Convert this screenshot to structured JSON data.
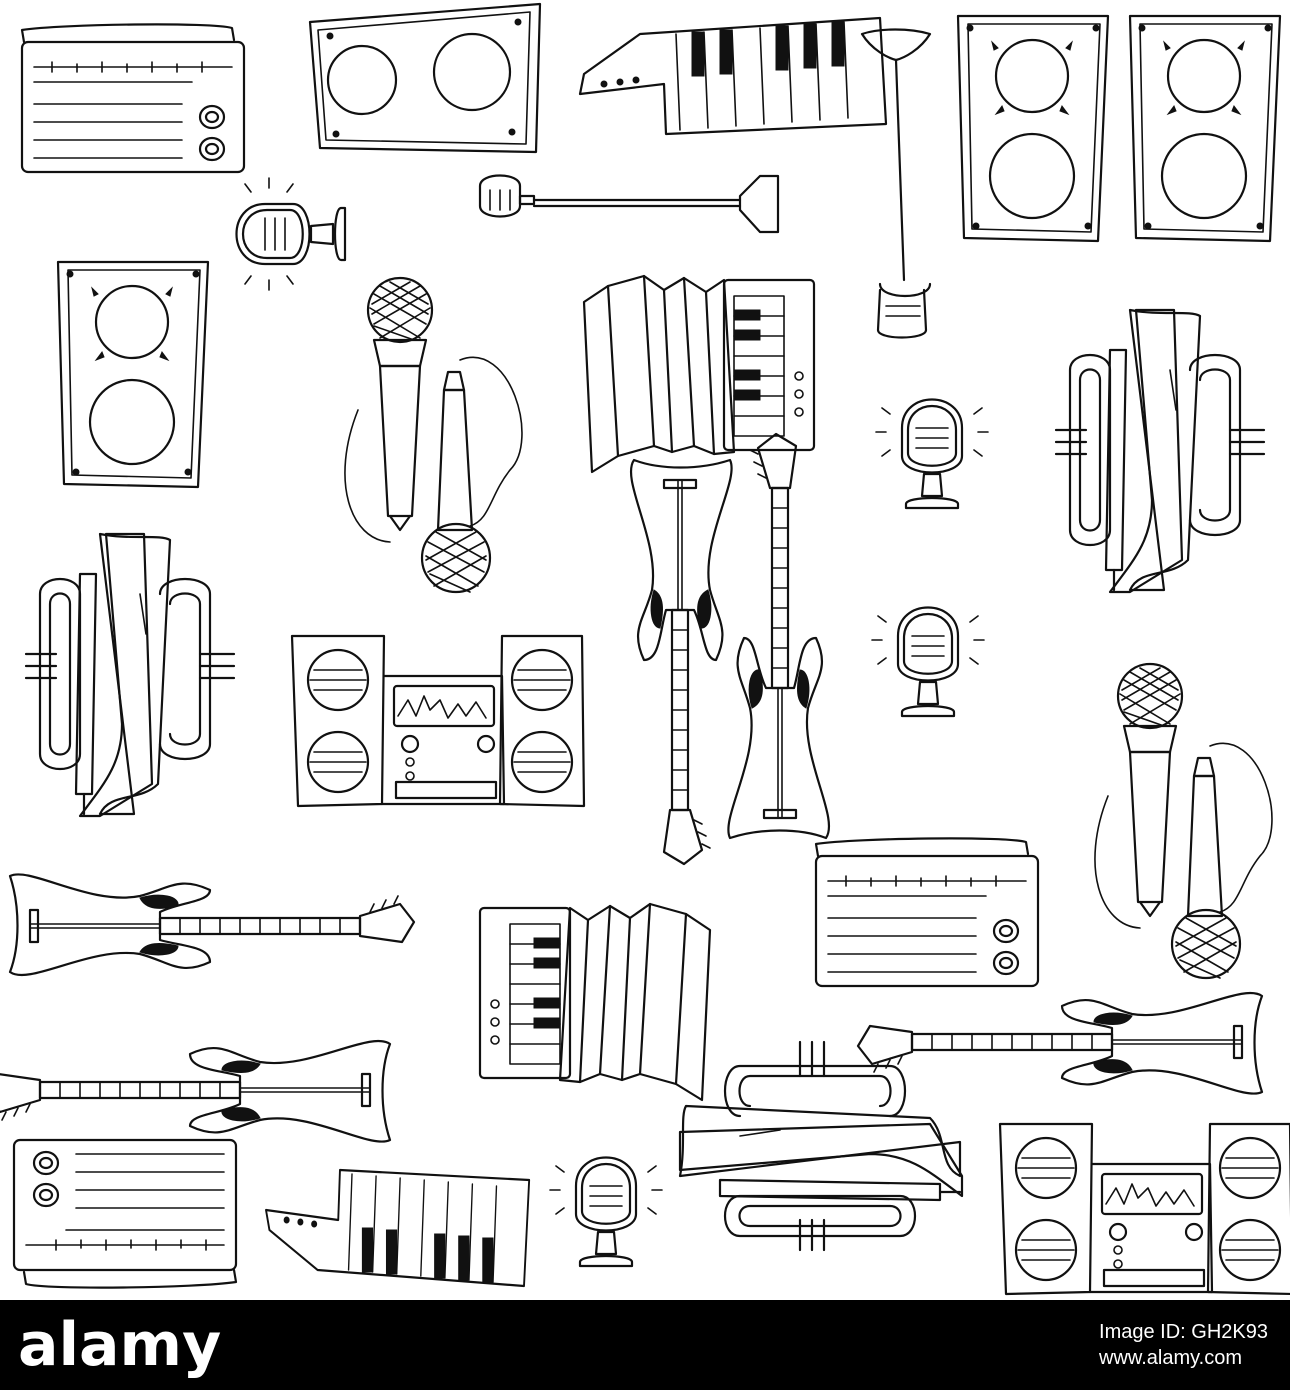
{
  "watermark": {
    "brand": "alamy",
    "label_prefix": "Image ID:",
    "image_id": "GH2K93",
    "url": "www.alamy.com"
  },
  "illustration": {
    "style": "black line-art doodle pattern",
    "ink_color": "#111111",
    "background_color": "#ffffff",
    "footer_color": "#000000",
    "icons": [
      "radio-icon",
      "speaker-box-icon",
      "keytar-icon",
      "hanging-microphone-icon",
      "tall-speaker-icon",
      "tall-speaker-icon",
      "vintage-microphone-icon",
      "microphone-on-stand-icon",
      "tall-speaker-icon",
      "handheld-microphones-icon",
      "accordion-icon",
      "vintage-microphone-icon",
      "trumpet-icon",
      "trumpet-icon",
      "stereo-system-icon",
      "electric-guitars-icon",
      "vintage-microphone-icon",
      "handheld-microphones-icon",
      "radio-icon",
      "electric-guitars-icon",
      "accordion-icon",
      "electric-guitar-icon",
      "radio-icon",
      "keytar-icon",
      "vintage-microphone-icon",
      "trumpet-icon",
      "stereo-system-icon"
    ]
  }
}
